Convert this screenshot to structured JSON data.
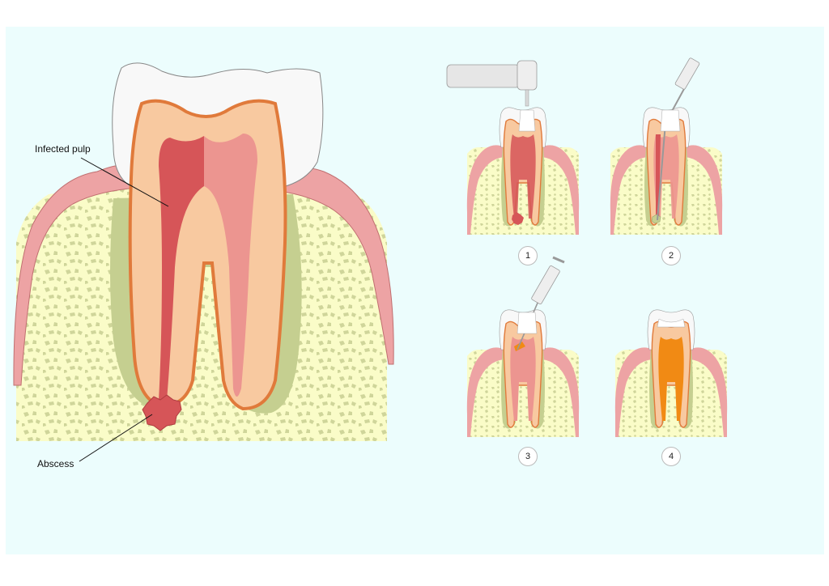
{
  "labels": {
    "infected_pulp": "Infected pulp",
    "abscess": "Abscess"
  },
  "steps": [
    {
      "number": "1"
    },
    {
      "number": "2"
    },
    {
      "number": "3"
    },
    {
      "number": "4"
    }
  ],
  "colors": {
    "background": "#ecfdfd",
    "bone": "#fafcc8",
    "bone_spots": "#cfd59a",
    "gum": "#eda3a4",
    "enamel": "#f8f8f8",
    "dentin": "#f8c9a0",
    "pulp_infected": "#d65558",
    "pulp_healthy": "#ec9590",
    "root_outline": "#e07a3b",
    "root_membrane": "#c5cf90",
    "filling": "#f18a14",
    "instrument": "#e6e6e6"
  }
}
